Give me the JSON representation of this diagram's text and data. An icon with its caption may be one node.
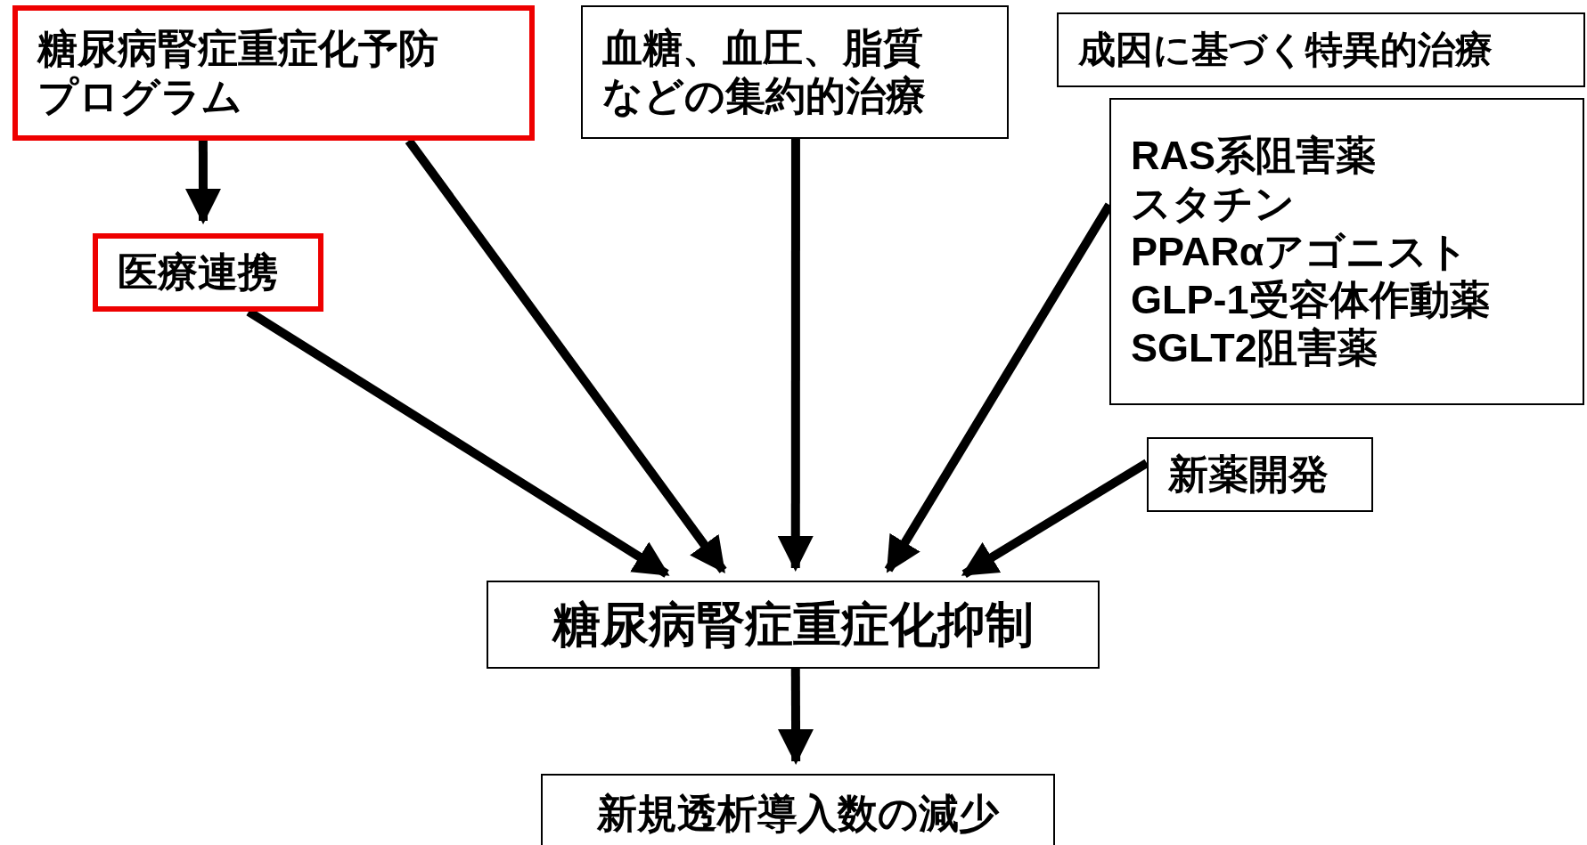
{
  "diagram": {
    "nodes": [
      {
        "text": [
          "糖尿病腎症重症化予防プログラム"
        ]
      },
      {
        "text": [
          "医療連携"
        ]
      },
      {
        "text": [
          "血糖、血圧、脂質などの集約的治療"
        ]
      },
      {
        "text": [
          "成因に基づく特異的治療"
        ]
      },
      {
        "text": [
          "RAS系阻害薬",
          "スタチン",
          "PPARαアゴニスト",
          "GLP-1受容体作動薬",
          "SGLT2阻害薬"
        ]
      },
      {
        "text": [
          "新薬開発"
        ]
      },
      {
        "text": [
          "糖尿病腎症重症化抑制"
        ]
      },
      {
        "text": [
          "新規透析導入数の減少"
        ]
      }
    ],
    "edges": [
      {
        "from": 0,
        "to": 1,
        "arrow": "to"
      },
      {
        "from": 1,
        "to": 6,
        "arrow": "to"
      },
      {
        "from": 0,
        "to": 6,
        "arrow": "to"
      },
      {
        "from": 2,
        "to": 6,
        "arrow": "to"
      },
      {
        "from": 4,
        "to": 6,
        "arrow": "to"
      },
      {
        "from": 5,
        "to": 6,
        "arrow": "to"
      },
      {
        "from": 6,
        "to": 7,
        "arrow": "to"
      }
    ]
  }
}
